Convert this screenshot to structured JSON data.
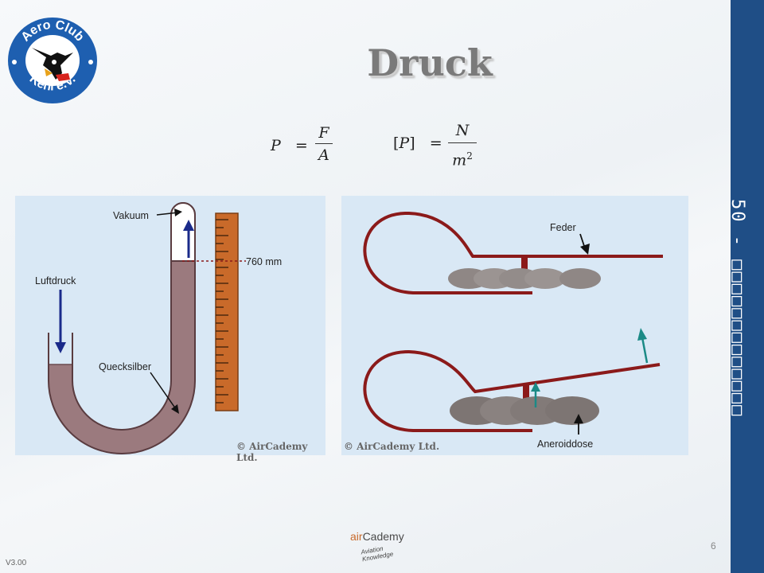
{
  "slide": {
    "title": "Druck",
    "sidebar_label": "50 - ",
    "page_number": "6",
    "version": "V3.00"
  },
  "logo": {
    "text_top": "Aero Club",
    "text_bottom": "Kehl e.V."
  },
  "formulas": {
    "left": {
      "lhs": "P",
      "eq": "=",
      "num": "F",
      "den": "A"
    },
    "right": {
      "lhs": "[P]",
      "eq": "=",
      "num": "N",
      "den": "m",
      "den_exp": "2"
    }
  },
  "figure_left": {
    "labels": {
      "vacuum": "Vakuum",
      "height": "760 mm",
      "air_pressure": "Luftdruck",
      "mercury": "Quecksilber"
    },
    "copyright": "© AirCademy Ltd."
  },
  "figure_right": {
    "labels": {
      "spring": "Feder",
      "capsule": "Aneroiddose"
    },
    "copyright": "© AirCademy Ltd."
  },
  "footer_brand": {
    "name_air": "air",
    "name_cademy": "Cademy",
    "tagline_1": "Aviation",
    "tagline_2": "Knowledge"
  },
  "colors": {
    "sidebar": "#1f4e86",
    "mercury": "#9b7a7e",
    "tube_outline": "#6b4a4e",
    "arrow_blue": "#1a2a8a",
    "spring_red": "#8b1a1a",
    "capsule_gray": "#8f8785",
    "arrow_teal": "#1b8a86",
    "scale_orange": "#c96a2a",
    "panel": "#d9e8f5"
  }
}
